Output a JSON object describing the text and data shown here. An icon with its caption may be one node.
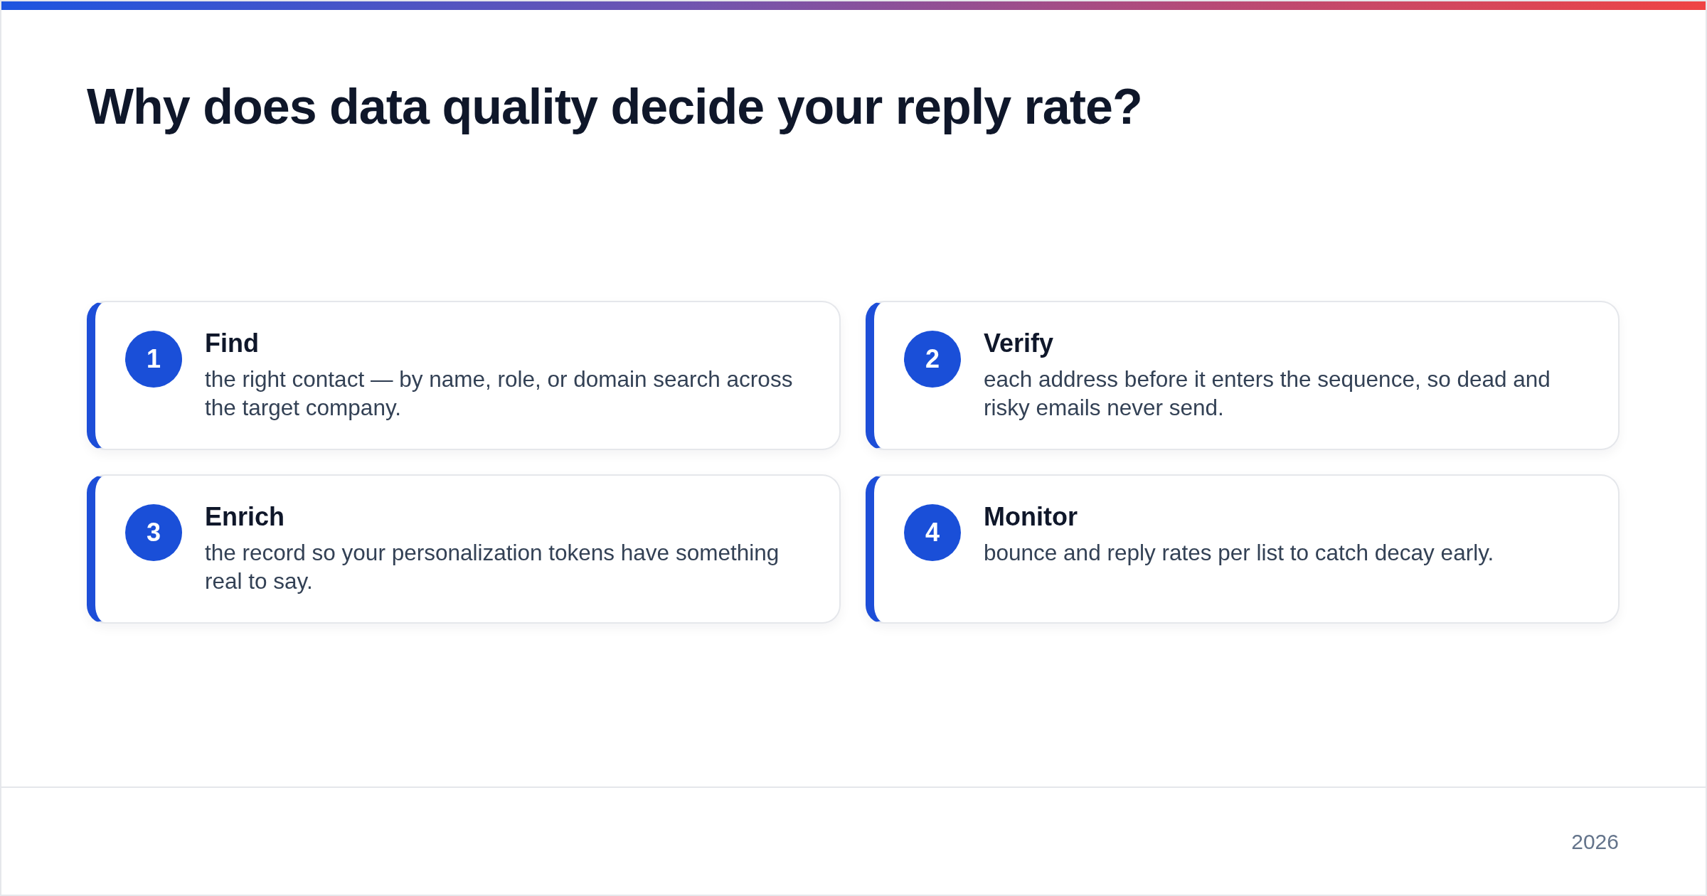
{
  "diagram": {
    "title": "Why does data quality decide your reply rate?",
    "nodes": [
      {
        "text": [
          "Find",
          "the right contact — by name, role, or domain search across the target company."
        ]
      },
      {
        "text": [
          "1"
        ],
        "in": 0
      },
      {
        "text": [
          "Verify",
          "each address before it enters the sequence, so dead and risky emails never send."
        ]
      },
      {
        "text": [
          "2"
        ],
        "in": 2
      },
      {
        "text": [
          "Enrich",
          "the record so your personalization tokens have something real to say."
        ]
      },
      {
        "text": [
          "3"
        ],
        "in": 4
      },
      {
        "text": [
          "Monitor",
          "bounce and reply rates per list to catch decay early."
        ]
      },
      {
        "text": [
          "4"
        ],
        "in": 6
      }
    ],
    "labels": [
      "2026"
    ]
  }
}
